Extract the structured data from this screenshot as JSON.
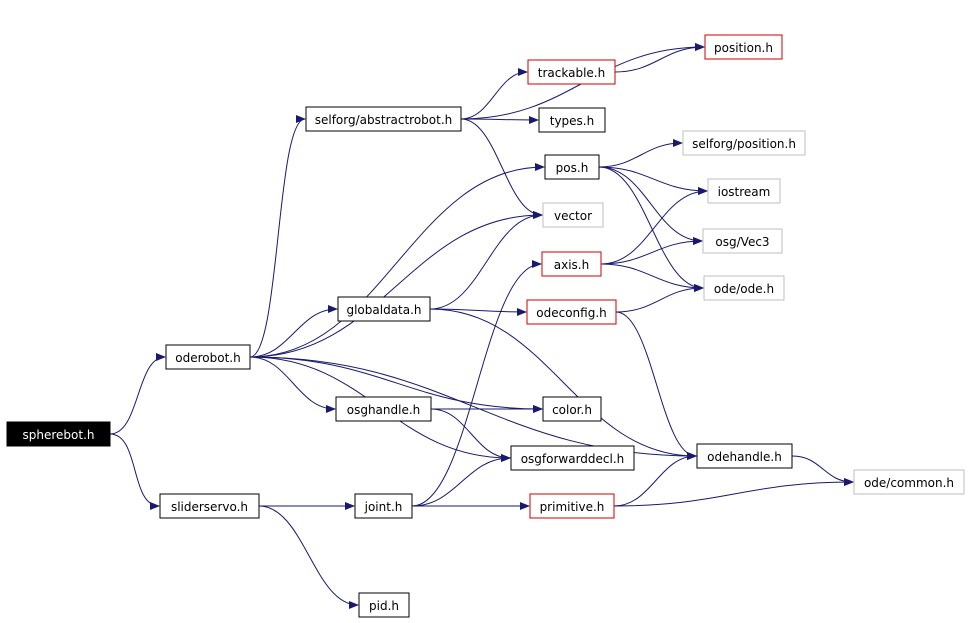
{
  "graph": {
    "colors": {
      "edge": "#191970",
      "root_fill": "#000000",
      "root_text": "#ffffff",
      "normal_border": "#000000",
      "documented_border": "#cc0000",
      "external_border": "#bfbfbf",
      "text": "#000000"
    },
    "nodes": [
      {
        "id": "spherebot",
        "label": "spherebot.h",
        "kind": "root"
      },
      {
        "id": "oderobot",
        "label": "oderobot.h",
        "kind": "normal"
      },
      {
        "id": "sliderservo",
        "label": "sliderservo.h",
        "kind": "normal"
      },
      {
        "id": "abstractrobot",
        "label": "selforg/abstractrobot.h",
        "kind": "normal"
      },
      {
        "id": "trackable",
        "label": "trackable.h",
        "kind": "documented"
      },
      {
        "id": "position",
        "label": "position.h",
        "kind": "documented"
      },
      {
        "id": "types",
        "label": "types.h",
        "kind": "normal"
      },
      {
        "id": "pos",
        "label": "pos.h",
        "kind": "normal"
      },
      {
        "id": "selforgposition",
        "label": "selforg/position.h",
        "kind": "external"
      },
      {
        "id": "iostream",
        "label": "iostream",
        "kind": "external"
      },
      {
        "id": "vector",
        "label": "vector",
        "kind": "external"
      },
      {
        "id": "axis",
        "label": "axis.h",
        "kind": "documented"
      },
      {
        "id": "osgvec3",
        "label": "osg/Vec3",
        "kind": "external"
      },
      {
        "id": "odeode",
        "label": "ode/ode.h",
        "kind": "external"
      },
      {
        "id": "globaldata",
        "label": "globaldata.h",
        "kind": "normal"
      },
      {
        "id": "odeconfig",
        "label": "odeconfig.h",
        "kind": "documented"
      },
      {
        "id": "osghandle",
        "label": "osghandle.h",
        "kind": "normal"
      },
      {
        "id": "color",
        "label": "color.h",
        "kind": "normal"
      },
      {
        "id": "osgforwarddecl",
        "label": "osgforwarddecl.h",
        "kind": "normal"
      },
      {
        "id": "odehandle",
        "label": "odehandle.h",
        "kind": "normal"
      },
      {
        "id": "odecommon",
        "label": "ode/common.h",
        "kind": "external"
      },
      {
        "id": "joint",
        "label": "joint.h",
        "kind": "normal"
      },
      {
        "id": "primitive",
        "label": "primitive.h",
        "kind": "documented"
      },
      {
        "id": "pid",
        "label": "pid.h",
        "kind": "normal"
      }
    ],
    "edges": [
      {
        "from": "spherebot",
        "to": "oderobot"
      },
      {
        "from": "spherebot",
        "to": "sliderservo"
      },
      {
        "from": "oderobot",
        "to": "abstractrobot"
      },
      {
        "from": "oderobot",
        "to": "pos"
      },
      {
        "from": "oderobot",
        "to": "vector"
      },
      {
        "from": "oderobot",
        "to": "globaldata"
      },
      {
        "from": "oderobot",
        "to": "color"
      },
      {
        "from": "oderobot",
        "to": "osghandle"
      },
      {
        "from": "oderobot",
        "to": "osgforwarddecl"
      },
      {
        "from": "oderobot",
        "to": "odehandle"
      },
      {
        "from": "abstractrobot",
        "to": "position"
      },
      {
        "from": "abstractrobot",
        "to": "trackable"
      },
      {
        "from": "abstractrobot",
        "to": "types"
      },
      {
        "from": "abstractrobot",
        "to": "vector"
      },
      {
        "from": "trackable",
        "to": "position"
      },
      {
        "from": "pos",
        "to": "selforgposition"
      },
      {
        "from": "pos",
        "to": "iostream"
      },
      {
        "from": "pos",
        "to": "osgvec3"
      },
      {
        "from": "pos",
        "to": "odeode"
      },
      {
        "from": "axis",
        "to": "iostream"
      },
      {
        "from": "axis",
        "to": "osgvec3"
      },
      {
        "from": "axis",
        "to": "odeode"
      },
      {
        "from": "globaldata",
        "to": "vector"
      },
      {
        "from": "globaldata",
        "to": "odeconfig"
      },
      {
        "from": "globaldata",
        "to": "odehandle"
      },
      {
        "from": "odeconfig",
        "to": "odeode"
      },
      {
        "from": "odeconfig",
        "to": "odehandle"
      },
      {
        "from": "osghandle",
        "to": "color"
      },
      {
        "from": "osghandle",
        "to": "osgforwarddecl"
      },
      {
        "from": "odehandle",
        "to": "odecommon"
      },
      {
        "from": "sliderservo",
        "to": "joint"
      },
      {
        "from": "sliderservo",
        "to": "pid"
      },
      {
        "from": "joint",
        "to": "axis"
      },
      {
        "from": "joint",
        "to": "osgforwarddecl"
      },
      {
        "from": "joint",
        "to": "primitive"
      },
      {
        "from": "primitive",
        "to": "odehandle"
      },
      {
        "from": "primitive",
        "to": "odecommon"
      }
    ]
  }
}
